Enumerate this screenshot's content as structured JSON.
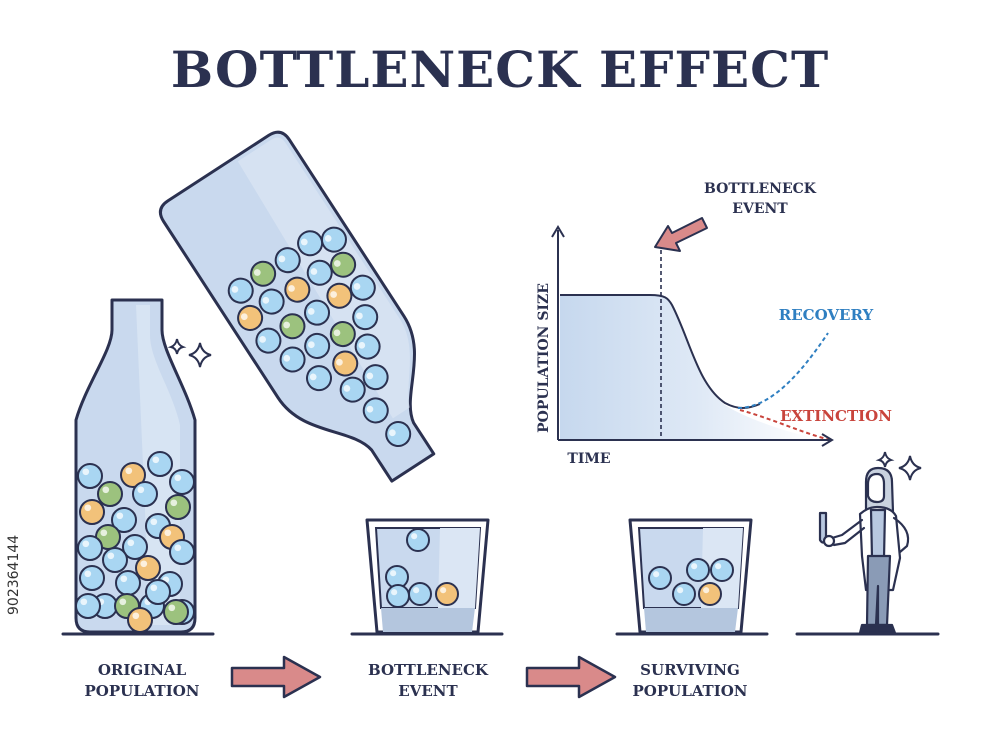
{
  "title": "BOTTLENECK EFFECT",
  "captions": {
    "original": [
      "ORIGINAL",
      "POPULATION"
    ],
    "event": [
      "BOTTLENECK",
      "EVENT"
    ],
    "surviving": [
      "SURVIVING",
      "POPULATION"
    ]
  },
  "graph": {
    "event_label": [
      "BOTTLENECK",
      "EVENT"
    ],
    "y_axis_label": "POPULATION SIZE",
    "x_axis_label": "TIME",
    "recovery_label": "RECOVERY",
    "extinction_label": "EXTINCTION"
  },
  "colors": {
    "ink": "#2b3150",
    "arrow": "#d98a8a",
    "recovery": "#2f7fc1",
    "extinction": "#c9443c",
    "glass": "#c9d9ee",
    "ball_blue": "#a9d6f2",
    "ball_green": "#9cc27e",
    "ball_orange": "#f2c27a"
  },
  "stock_id": "902364144"
}
